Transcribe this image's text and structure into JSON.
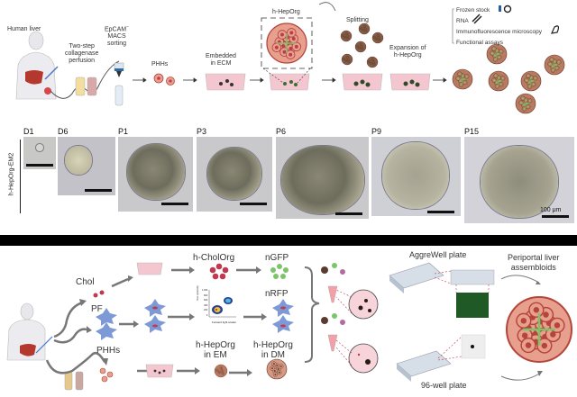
{
  "panel_top": {
    "human_liver": "Human liver",
    "perfusion": [
      "Two-step",
      "collagenase",
      "perfusion"
    ],
    "sorting": [
      "EpCAM",
      "−",
      "MACS",
      "sorting"
    ],
    "phhs": "PHHs",
    "embedded": [
      "Embedded",
      "in ECM"
    ],
    "organoid": "h-HepOrg",
    "splitting": "Splitting",
    "expansion": [
      "Expansion of",
      "h-HepOrg"
    ],
    "readouts": [
      {
        "label": "Frozen stock",
        "icon": "frozen-vial-icon"
      },
      {
        "label": "RNA",
        "icon": "dna-icon"
      },
      {
        "label": "Immunofluorescence microscopy",
        "icon": "microscope-icon"
      },
      {
        "label": "Functional assays",
        "icon": ""
      }
    ]
  },
  "panel_micrographs": {
    "row_label": "h-HepOrg-EM2",
    "timepoints": [
      "D1",
      "D6",
      "P1",
      "P3",
      "P6",
      "P9",
      "P15"
    ],
    "scale_label": "100 μm"
  },
  "panel_bottom": {
    "chol": "Chol",
    "pf": "PF",
    "phhs": "PHHs",
    "cholorg": "h-CholOrg",
    "ngfp": "nGFP",
    "nrfp": "nRFP",
    "heporg_em": [
      "h-HepOrg",
      "in EM"
    ],
    "heporg_dm": [
      "h-HepOrg",
      "in DM"
    ],
    "facs_ylabel": "Flow cytometry",
    "facs_xlabel": "Forward light scatter",
    "facs_yticks": [
      "1,000",
      "800",
      "600",
      "400",
      "200",
      "0"
    ],
    "aggrewell": "AggreWell plate",
    "well96": "96-well plate",
    "assembloids": [
      "Periportal liver",
      "assembloids"
    ]
  },
  "colors": {
    "hepatocyte": "#e8a08e",
    "hepatocyte_edge": "#b5443a",
    "chol": "#c0394e",
    "gfp": "#7cc46a",
    "fibroblast": "#7d9ad6",
    "medium_pink": "#f4c6cf",
    "liver": "#b5382e",
    "arrow": "#777777"
  }
}
